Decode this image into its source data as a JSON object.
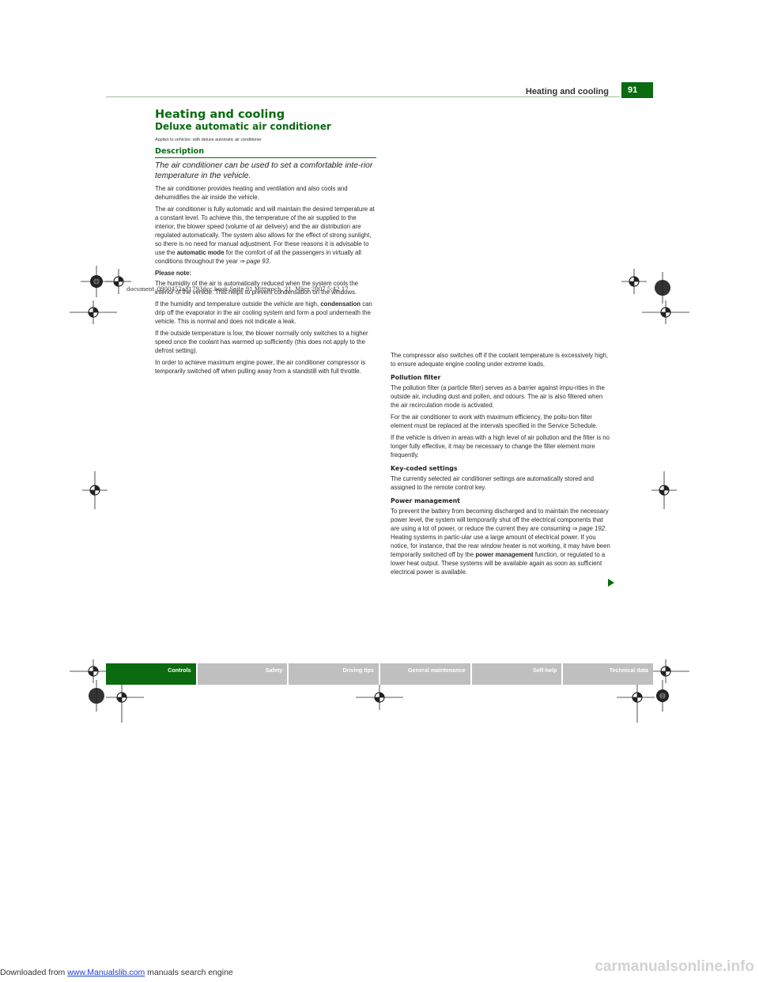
{
  "file_info": "document_0900452a81793dcc.book  Seite 91  Mittwoch, 21. März 2007  5:42 17",
  "header": {
    "running_title": "Heating and cooling",
    "page_number": "91"
  },
  "left_column": {
    "chapter_title": "Heating and cooling",
    "section_title": "Deluxe automatic air conditioner",
    "applies_to": "Applies to vehicles: with deluxe automatic air conditioner",
    "subheading": "Description",
    "intro": "The air conditioner can be used to set a comfortable inte-rior temperature in the vehicle.",
    "p1": "The air conditioner provides heating and ventilation and also cools and dehumidifies the air inside the vehicle.",
    "p2_before": "The air conditioner is fully automatic and will maintain the desired temperature at a constant level. To achieve this, the temperature of the air supplied to the interior, the blower speed (volume of air delivery) and the air distribution are regulated automatically. The system also allows for the effect of strong sunlight, so there is no need for manual adjustment. For these reasons it is advisable to use the ",
    "p2_bold": "automatic mode",
    "p2_after": " for the comfort of all the passengers in virtually all conditions throughout the year ",
    "p2_arrow": "⇒",
    "p2_ref": " page 93",
    "p2_end": ".",
    "note_label": "Please note:",
    "p3": "The humidity of the air is automatically reduced when the system cools the interior of the vehicle. This helps to prevent condensation on the windows.",
    "p4_before": "If the humidity and temperature outside the vehicle are high, ",
    "p4_bold": "condensation",
    "p4_after": " can drip off the evaporator in the air cooling system and form a pool underneath the vehicle. This is normal and does not indicate a leak.",
    "p5": "If the outside temperature is low, the blower normally only switches to a higher speed once the coolant has warmed up sufficiently (this does not apply to the defrost setting).",
    "p6": "In order to achieve maximum engine power, the air conditioner compressor is temporarily switched off when pulling away from a standstill with full throttle."
  },
  "right_column": {
    "p1": "The compressor also switches off if the coolant temperature is excessively high, to ensure adequate engine cooling under extreme loads.",
    "h_pollution": "Pollution filter",
    "p2": "The pollution filter (a particle filter) serves as a barrier against impu-rities in the outside air, including dust and pollen, and odours. The air is also filtered when the air recirculation mode is activated.",
    "p3": "For the air conditioner to work with maximum efficiency, the pollu-tion filter element must be replaced at the intervals specified in the Service Schedule.",
    "p4": "If the vehicle is driven in areas with a high level of air pollution and the filter is no longer fully effective, it may be necessary to change the filter element more frequently.",
    "h_key": "Key-coded settings",
    "p5": "The currently selected air conditioner settings are automatically stored and assigned to the remote control key.",
    "h_power": "Power management",
    "p6_before": "To prevent the battery from becoming discharged and to maintain the necessary power level, the system will temporarily shut off the electrical components that are using a lot of power, or reduce the current they are consuming ",
    "p6_arrow": "⇒",
    "p6_ref": " page 192",
    "p6_mid": ". Heating systems in partic-ular use a large amount of electrical power. If you notice, for instance, that the rear window heater is not working, it may have been temporarily switched off by the ",
    "p6_bold": "power management",
    "p6_after": " function, or regulated to a lower heat output. These systems will be available again as soon as sufficient electrical power is available."
  },
  "tabs": [
    "Controls",
    "Safety",
    "Driving tips",
    "General maintenance",
    "Self-help",
    "Technical data"
  ],
  "footer": {
    "prefix": "Downloaded from ",
    "link": "www.Manualslib.com",
    "suffix": " manuals search engine",
    "watermark": "carmanualsonline.info"
  },
  "colors": {
    "accent_green": "#0a6b10",
    "tab_gray": "#bfbfbf"
  }
}
